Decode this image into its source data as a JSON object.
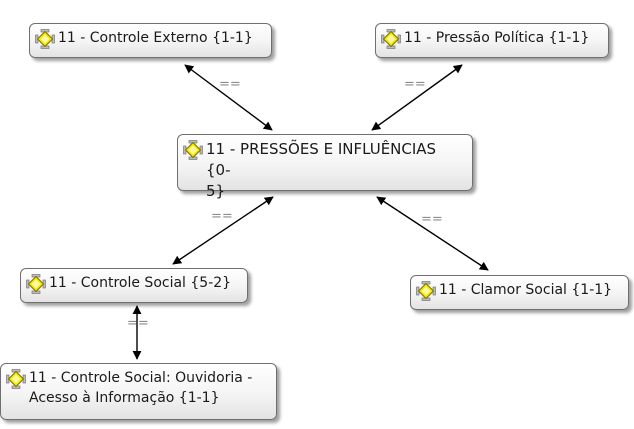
{
  "nodes": {
    "externo": {
      "label": "11 - Controle Externo {1-1}"
    },
    "politica": {
      "label": "11 - Pressão Política {1-1}"
    },
    "pressoes": {
      "label": "11 - PRESSÕES E INFLUÊNCIAS {0-\n5}"
    },
    "social": {
      "label": "11 - Controle Social {5-2}"
    },
    "clamor": {
      "label": "11 - Clamor Social {1-1}"
    },
    "ouvidoria": {
      "label": "11 - Controle Social: Ouvidoria -\nAcesso à Informação {1-1}"
    }
  },
  "relations": {
    "externo_pressoes": "==",
    "politica_pressoes": "==",
    "pressoes_social": "==",
    "pressoes_clamor": "==",
    "social_ouvidoria": "=="
  },
  "colors": {
    "edge": "#000000",
    "relation_text": "#8c8c8c",
    "node_border": "#6f6f6f",
    "icon_fill": "#f5e600"
  },
  "icon": "code-node-icon"
}
